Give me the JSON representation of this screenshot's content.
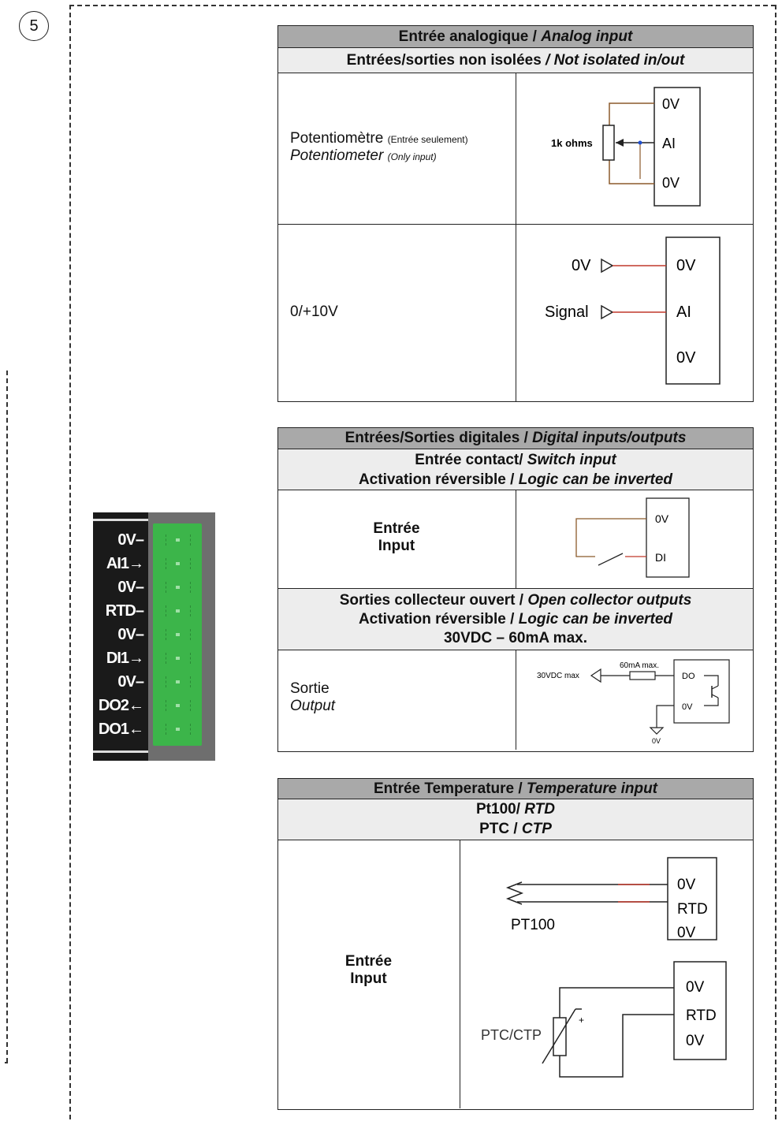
{
  "badge": "5",
  "terminal_block": {
    "labels": [
      "0V–",
      "AI1→",
      "0V–",
      "RTD–",
      "0V–",
      "DI1→",
      "0V–",
      "DO2←",
      "DO1←"
    ]
  },
  "analog": {
    "header_fr": "Entrée analogique / ",
    "header_en": "Analog input",
    "sub_fr": "Entrées/sorties non isolées ",
    "sub_en": "/ Not isolated in/out",
    "pot": {
      "label_fr": "Potentiomètre ",
      "note_fr": "(Entrée seulement)",
      "label_en": "Potentiometer ",
      "note_en": "(Only input)",
      "resistor": "1k ohms",
      "pins": [
        "0V",
        "AI",
        "0V"
      ]
    },
    "volt": {
      "label": "0/+10V",
      "in1": "0V",
      "in2": "Signal",
      "pins": [
        "0V",
        "AI",
        "0V"
      ]
    }
  },
  "digital": {
    "header_fr": "Entrées/Sorties digitales / ",
    "header_en": "Digital inputs/outputs",
    "sub1_fr": "Entrée contact/ ",
    "sub1_en": "Switch input",
    "sub2_fr": "Activation réversible / ",
    "sub2_en": "Logic can be inverted",
    "input": {
      "label_fr": "Entrée",
      "label_en": "Input",
      "pins": [
        "0V",
        "DI"
      ]
    },
    "oc_sub1_fr": "Sorties collecteur ouvert / ",
    "oc_sub1_en": "Open collector outputs",
    "oc_sub2_fr": "Activation réversible / ",
    "oc_sub2_en": "Logic can be inverted",
    "oc_sub3": "30VDC – 60mA max.",
    "output": {
      "label_fr": "Sortie",
      "label_en": "Output",
      "supply": "30VDC max",
      "current": "60mA max.",
      "pins": [
        "DO",
        "0V"
      ],
      "ground": "0V"
    }
  },
  "temp": {
    "header_fr": "Entrée Temperature / ",
    "header_en": "Temperature input",
    "sub1_fr": "Pt100/ ",
    "sub1_en": "RTD",
    "sub2_fr": "PTC / ",
    "sub2_en": "CTP",
    "input": {
      "label_fr": "Entrée",
      "label_en": "Input",
      "pt100": "PT100",
      "ptc": "PTC/CTP",
      "plus": "+",
      "pins1": [
        "0V",
        "RTD",
        "0V"
      ],
      "pins2": [
        "0V",
        "RTD",
        "0V"
      ]
    }
  },
  "colors": {
    "wire": "#8b5a2b",
    "wire_red": "#c0392b",
    "header_gray": "#a9a9a9",
    "sub_gray": "#ededed",
    "connector_green": "#3cb54a"
  }
}
